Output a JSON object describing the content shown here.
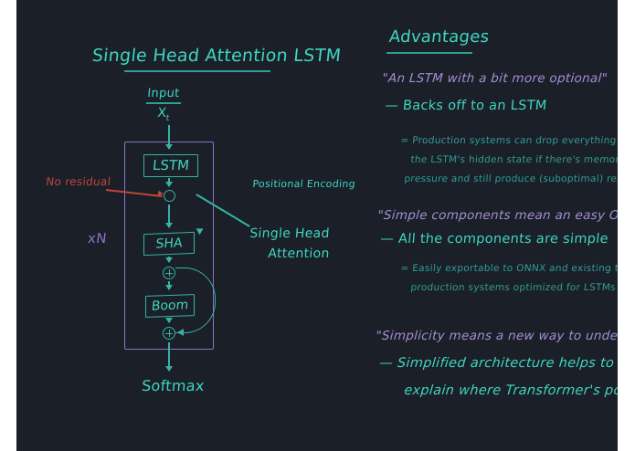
{
  "canvas": {
    "background": "#1b1f27",
    "page_background": "#ffffff"
  },
  "colors": {
    "teal_bright": "#3fd5c0",
    "teal_mid": "#36b3a3",
    "teal_dark": "#2f9e94",
    "purple": "#8b72c9",
    "lavender": "#a48fd6",
    "red": "#c0453a"
  },
  "left_panel": {
    "title": "Single Head Attention LSTM",
    "input_label": "Input",
    "input_symbol": "X",
    "input_subscript": "t",
    "repeat_label": "xN",
    "nodes": {
      "lstm": "LSTM",
      "sha": "SHA",
      "boom": "Boom"
    },
    "output_label": "Softmax",
    "annotations": {
      "no_residual": "No residual",
      "positional_encoding": "Positional Encoding",
      "sha_expansion_line1": "Single Head",
      "sha_expansion_line2": "Attention"
    }
  },
  "right_panel": {
    "title": "Advantages",
    "sections": [
      {
        "quote": "\"An LSTM with a bit more optional\"",
        "bullet": "— Backs off to an LSTM",
        "details": [
          "= Production systems can drop everything but",
          "the LSTM's hidden state if there's memory",
          "pressure and still produce (suboptimal) results"
        ]
      },
      {
        "quote": "\"Simple components mean an easy ONNX export\"",
        "bullet": "— All the components are simple",
        "details": [
          "= Easily exportable to ONNX and existing tuned",
          "production systems optimized for LSTMs"
        ]
      },
      {
        "quote": "\"Simplicity means a new way to understand\"",
        "bullet": "— Simplified architecture helps to potentially",
        "details": [
          "explain where Transformer's power arises"
        ]
      }
    ]
  }
}
